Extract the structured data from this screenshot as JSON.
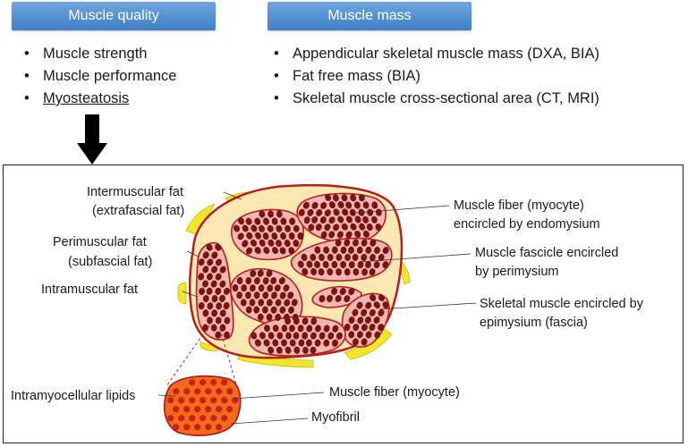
{
  "quality": {
    "header": "Muscle quality",
    "items": [
      "Muscle strength",
      "Muscle performance",
      "Myosteatosis"
    ]
  },
  "mass": {
    "header": "Muscle mass",
    "items": [
      "Appendicular skeletal muscle mass (DXA, BIA)",
      "Fat free mass (BIA)",
      "Skeletal muscle cross-sectional area (CT, MRI)"
    ]
  },
  "diagram": {
    "left_labels": {
      "intermuscular_1": "Intermuscular fat",
      "intermuscular_2": "(extrafascial fat)",
      "perimuscular_1": "Perimuscular fat",
      "perimuscular_2": "(subfascial fat)",
      "intramuscular": "Intramuscular fat",
      "intramyocellular": "Intramyocellular lipids"
    },
    "right_labels": {
      "fiber_1": "Muscle fiber (myocyte)",
      "fiber_2": "encircled by endomysium",
      "fascicle_1": "Muscle fascicle encircled",
      "fascicle_2": "by perimysium",
      "skeletal_1": "Skeletal muscle encircled by",
      "skeletal_2": "epimysium (fascia)",
      "fiber_small": "Muscle fiber (myocyte)",
      "myofibril": "Myofibril"
    },
    "colors": {
      "header_blue": "#4a86c8",
      "fat_yellow": "#f2e62a",
      "muscle_fill": "#fbe7b2",
      "muscle_border": "#b3201f",
      "fascicle_fill": "#efb8b2",
      "fiber_dark": "#7a1414",
      "myocyte_orange": "#f26b1d",
      "myofibril_red": "#c8201b"
    }
  }
}
